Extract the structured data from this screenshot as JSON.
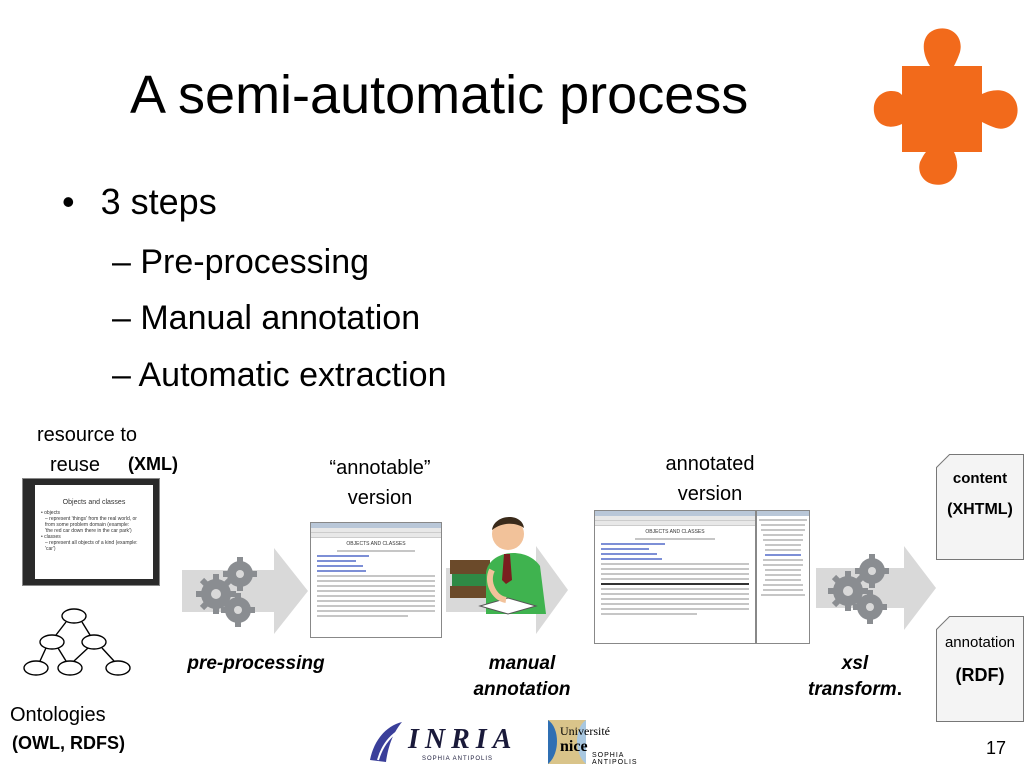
{
  "slide": {
    "title": "A semi-automatic process",
    "bullet": "3 steps",
    "subitems": [
      "– Pre-processing",
      "– Manual annotation",
      "– Automatic extraction"
    ],
    "page_number": "17"
  },
  "diagram": {
    "resource_line1": "resource to",
    "resource_line2": "reuse",
    "resource_format": "(XML)",
    "annotable_line1": "“annotable”",
    "annotable_line2": "version",
    "annotated_line1": "annotated",
    "annotated_line2": "version",
    "content_label": "content",
    "content_format": "(XHTML)",
    "annotation_label": "annotation",
    "annotation_format": "(RDF)",
    "step1": "pre-processing",
    "step2_line1": "manual",
    "step2_line2": "annotation",
    "step3_line1": "xsl",
    "step3_line2": "transform",
    "step3_dot": ".",
    "ontologies": "Ontologies",
    "ontologies_format": "(OWL, RDFS)",
    "resource_screen_title": "Objects and classes",
    "resource_screen_items": [
      "• objects",
      "– represent 'things' from the real world, or",
      "from some problem domain (example:",
      "'the red car down there in the car park')",
      "• classes",
      "– represent all objects of a kind (example:",
      "'car')"
    ],
    "annotable_screen_title": "OBJECTS AND CLASSES",
    "annotated_screen_title": "OBJECTS AND CLASSES"
  },
  "logos": {
    "inria": "INRIA",
    "inria_sub": "SOPHIA ANTIPOLIS",
    "unice_line1": "Université",
    "unice_line2": "nice",
    "unice_sub": "SOPHIA ANTIPOLIS"
  },
  "colors": {
    "puzzle": "#f26a1b",
    "gear": "#8a8d91",
    "arrow": "#d9d9d9",
    "screen_accent": "#7d8fd6",
    "man_shirt": "#3fb34f"
  }
}
